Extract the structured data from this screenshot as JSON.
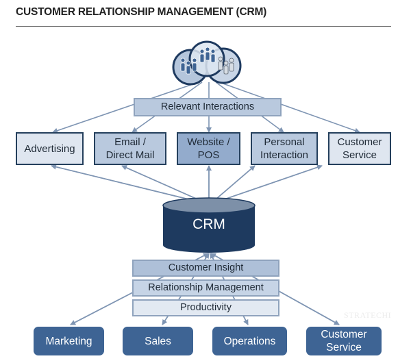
{
  "title": "CUSTOMER RELATIONSHIP MANAGEMENT (CRM)",
  "customers_icon": "customer-groups-venn-icon",
  "relevant_interactions": "Relevant Interactions",
  "channels": [
    {
      "label_line1": "Advertising",
      "label_line2": "",
      "fill": "#dfe6f0"
    },
    {
      "label_line1": "Email /",
      "label_line2": "Direct Mail",
      "fill": "#b9c9de"
    },
    {
      "label_line1": "Website /",
      "label_line2": "POS",
      "fill": "#93abcc"
    },
    {
      "label_line1": "Personal",
      "label_line2": "Interaction",
      "fill": "#b9c9de"
    },
    {
      "label_line1": "Customer",
      "label_line2": "Service",
      "fill": "#dfe6f0"
    }
  ],
  "crm": {
    "label": "CRM",
    "body_color": "#1e3a5f",
    "top_color": "#7d90a8"
  },
  "capabilities": [
    {
      "label": "Customer Insight",
      "fill": "#aec0d8"
    },
    {
      "label": "Relationship Management",
      "fill": "#c6d4e6"
    },
    {
      "label": "Productivity",
      "fill": "#e2e9f2"
    }
  ],
  "departments": [
    {
      "label_line1": "Marketing",
      "label_line2": ""
    },
    {
      "label_line1": "Sales",
      "label_line2": ""
    },
    {
      "label_line1": "Operations",
      "label_line2": ""
    },
    {
      "label_line1": "Customer",
      "label_line2": "Service"
    }
  ],
  "watermark": "STRATECHI",
  "colors": {
    "arrow": "#7f95b3",
    "channel_border": "#243f5c",
    "department": "#3e6494"
  }
}
